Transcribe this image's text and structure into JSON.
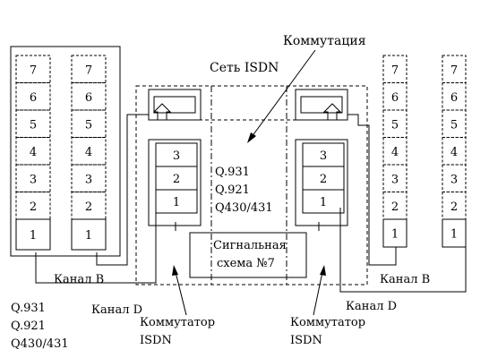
{
  "labels": {
    "network": "Сеть ISDN",
    "switching": "Коммутация",
    "signaling_line1": "Сигнальная",
    "signaling_line2": "схема №7",
    "channel_b": "Канал В",
    "channel_d": "Канал D",
    "switch_line1": "Коммутатор",
    "switch_line2": "ISDN",
    "proto_q931": "Q.931",
    "proto_q921": "Q.921",
    "proto_q430": "Q430/431"
  },
  "osi_layers": [
    "7",
    "6",
    "5",
    "4",
    "3",
    "2",
    "1"
  ],
  "switch_layers": [
    "3",
    "2",
    "1"
  ]
}
